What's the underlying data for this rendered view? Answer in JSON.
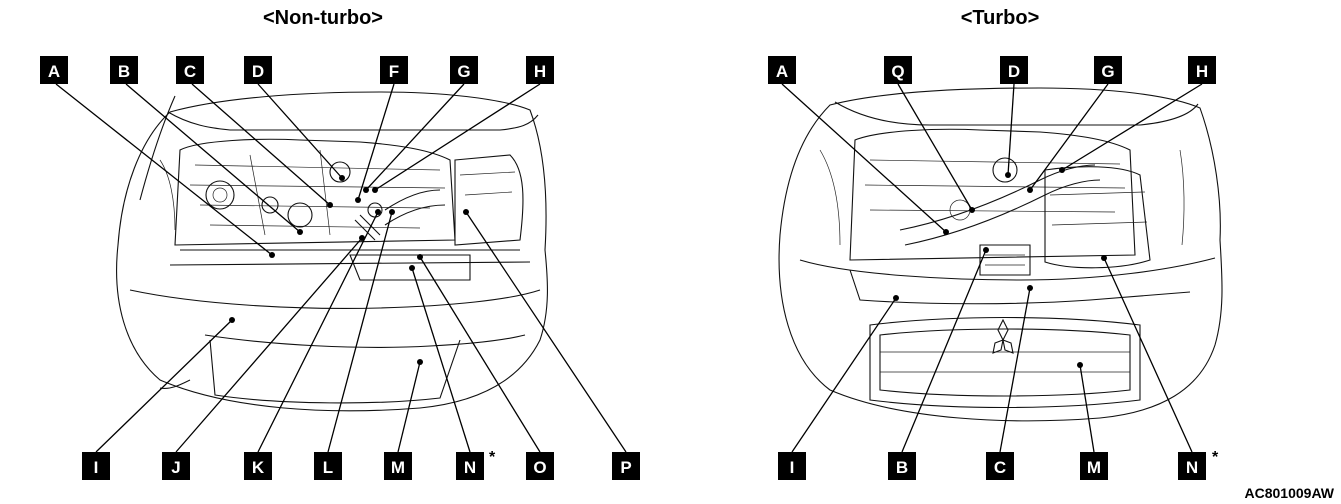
{
  "figure_code": "AC801009AW",
  "non_turbo": {
    "title": "<Non-turbo>",
    "top_labels": [
      "A",
      "B",
      "C",
      "D",
      "F",
      "G",
      "H"
    ],
    "bottom_labels": [
      "I",
      "J",
      "K",
      "L",
      "M",
      "N",
      "O",
      "P"
    ],
    "asterisk": "*"
  },
  "turbo": {
    "title": "<Turbo>",
    "top_labels": [
      "A",
      "Q",
      "D",
      "G",
      "H"
    ],
    "bottom_labels": [
      "I",
      "B",
      "C",
      "M",
      "N"
    ],
    "asterisk": "*"
  }
}
